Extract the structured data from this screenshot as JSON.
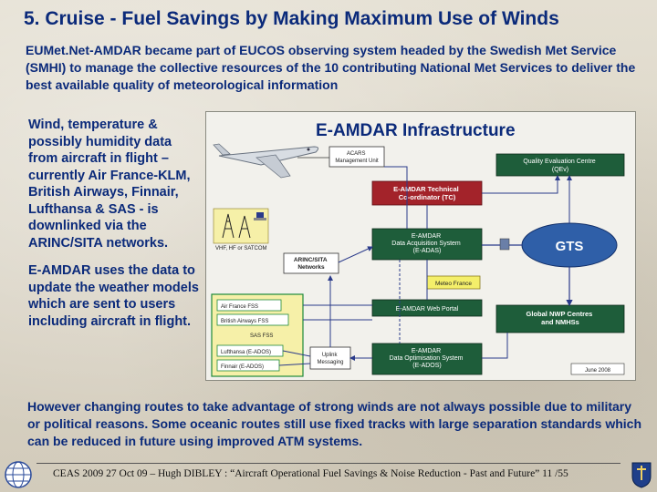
{
  "title": "5. Cruise - Fuel Savings by Making Maximum Use of Winds",
  "intro": "EUMet.Net-AMDAR became part of EUCOS observing system headed by the Swedish Met Service (SMHI) to manage the collective resources of the 10 contributing National Met Services to deliver the best available quality of meteorological information",
  "left_paragraphs": [
    "Wind, temperature & possibly humidity data from aircraft in flight – currently Air France-KLM, British Airways, Finnair, Lufthansa & SAS - is downlinked via the ARINC/SITA networks.",
    "E-AMDAR uses the data to update the weather models which are sent to users including aircraft in flight."
  ],
  "diagram": {
    "title": "E-AMDAR Infrastructure",
    "acars": "ACARS\nManagement Unit",
    "quality": "Quality Evaluation Centre\n(QEv)",
    "tech_coord": "E-AMDAR Technical\nCo-ordinator (TC)",
    "vhf": "VHF, HF or SATCOM",
    "arinc": "ARINC/SITA\nNetworks",
    "acquisition": "E-AMDAR\nData Acquisition System\n(E-ADAS)",
    "gts": "GTS",
    "meteofrance": "Meteo France",
    "web_portal": "E-AMDAR Web Portal",
    "airfrance_fss": "Air France FSS",
    "ba_fss": "British Airways FSS",
    "sas_fss": "SAS FSS",
    "lufthansa": "Lufthansa (E-ADOS)",
    "finnair": "Finnair (E-ADOS)",
    "uplink": "Uplink\nMessaging",
    "global_nwp": "Global NWP Centres\nand NMHSs",
    "optimisation": "E-AMDAR\nData Optimisation System\n(E-ADOS)",
    "date": "June 2008",
    "colors": {
      "title": "#0b2a7a",
      "panel": "#f2f1ec",
      "box_green": "#1e5d3a",
      "box_red": "#a3232a",
      "gts_blue": "#2f5fa8",
      "fss_yellow": "#f4ef6a",
      "fss_border": "#1f8a3a"
    }
  },
  "bottom": "However changing routes to take advantage of strong winds are not always possible due to military or political reasons.  Some oceanic routes still use fixed tracks with large separation standards which can be reduced in future using improved ATM systems.",
  "footer": "CEAS 2009 27 Oct 09  –  Hugh DIBLEY :  “Aircraft Operational Fuel Savings & Noise Reduction - Past and Future”  11 /55"
}
